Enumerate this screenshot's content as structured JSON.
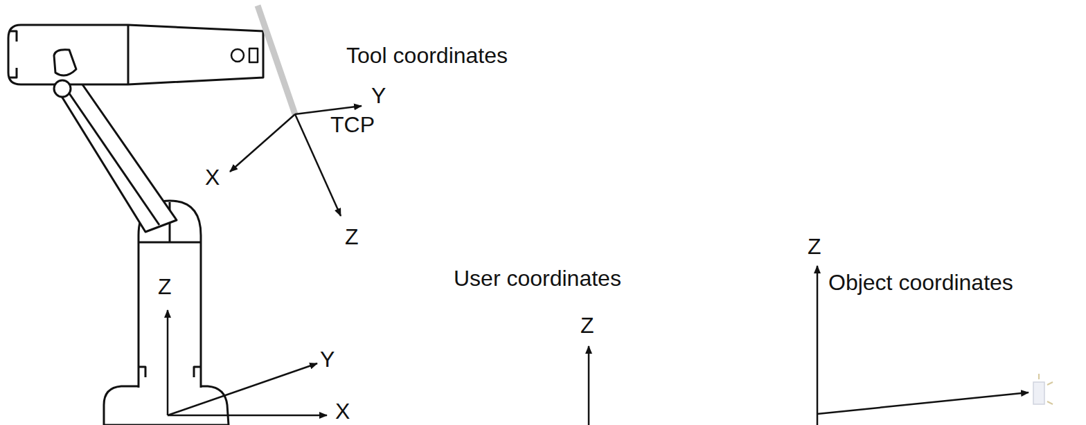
{
  "diagram": {
    "labels": [
      "Tool coordinates",
      "Y",
      "TCP",
      "X",
      "Z",
      "Z",
      "Y",
      "X",
      "User coordinates",
      "Z",
      "Z",
      "Object coordinates"
    ]
  }
}
